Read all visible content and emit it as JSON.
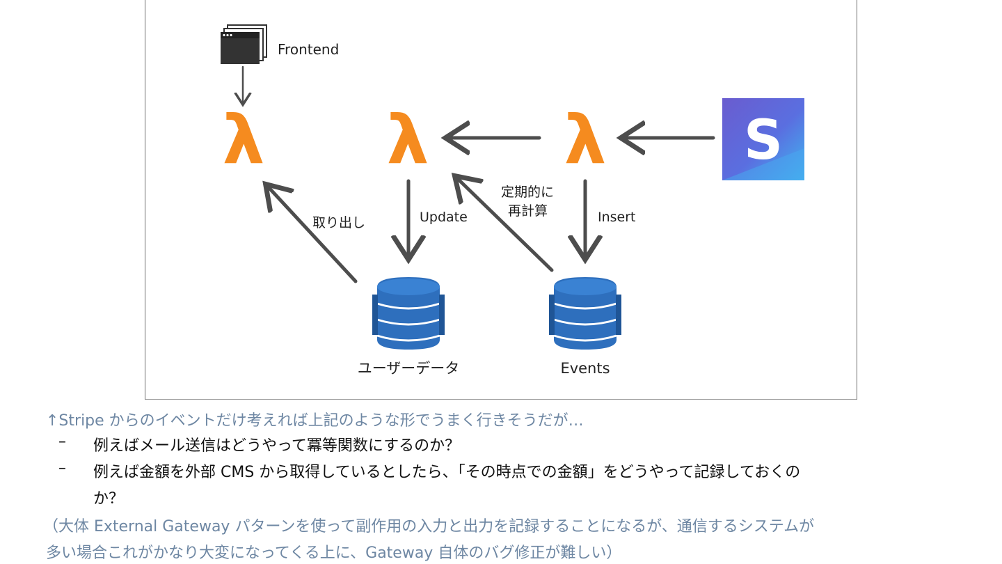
{
  "diagram": {
    "nodes": {
      "frontend": "Frontend",
      "lambda_symbol": "λ",
      "stripe_letter": "S",
      "user_data": "ユーザーデータ",
      "events": "Events"
    },
    "edges": {
      "retrieve": "取り出し",
      "update": "Update",
      "recalc_line1": "定期的に",
      "recalc_line2": "再計算",
      "insert": "Insert"
    },
    "colors": {
      "lambda": "#f58b1f",
      "dynamodb": "#2e6fbd",
      "stripe_top": "#6a5ccf",
      "stripe_bottom": "#3fb6f0",
      "arrow": "#4d4d4d"
    }
  },
  "caption": "↑Stripe からのイベントだけ考えれば上記のような形でうまく行きそうだが…",
  "bullets": [
    {
      "dash": "–",
      "text": "例えばメール送信はどうやって冪等関数にするのか？"
    },
    {
      "dash": "–",
      "text": "例えば金額を外部 CMS から取得しているとしたら、「その時点での金額」をどうやって記録しておくの",
      "continuation": "か？"
    }
  ],
  "footnote": {
    "line1": "（大体 External Gateway パターンを使って副作用の入力と出力を記録することになるが、通信するシステムが",
    "line2": "多い場合これがかなり大変になってくる上に、Gateway 自体のバグ修正が難しい）"
  }
}
